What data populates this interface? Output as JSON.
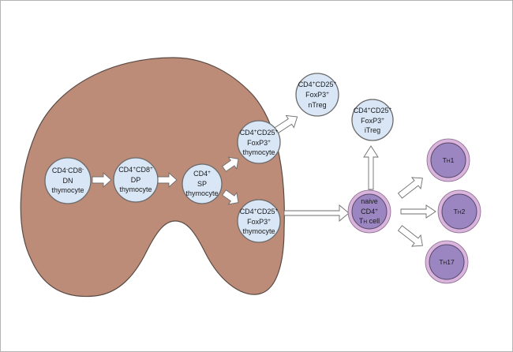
{
  "colors": {
    "thymus_fill": "#bc8c78",
    "thymus_stroke": "#5a4a44",
    "thymocyte_fill": "#d8e6f6",
    "thymocyte_stroke": "#6a6a6a",
    "th_outer_fill": "#d9b4dc",
    "th_inner_fill": "#9b86c2",
    "arrow_fill": "#ffffff",
    "arrow_stroke": "#6e6e6e"
  },
  "cells": {
    "dn": {
      "line1": "CD4",
      "sup1": "-",
      "line1b": "CD8",
      "sup1b": "-",
      "line2": "DN",
      "line3": "thymocyte"
    },
    "dp": {
      "line1": "CD4",
      "sup1": "+",
      "line1b": "CD8",
      "sup1b": "+",
      "line2": "DP",
      "line3": "thymocyte"
    },
    "sp": {
      "line1": "CD4",
      "sup1": "+",
      "line2": "SP",
      "line3": "thymocyte"
    },
    "treg_thymocyte_upper": {
      "line1": "CD4",
      "sup1": "+",
      "line1b": "CD25",
      "sup1b": "+",
      "line2": "FoxP3",
      "sup2": "+",
      "line3": "thymocyte"
    },
    "treg_thymocyte_lower": {
      "line1": "CD4",
      "sup1": "+",
      "line1b": "CD25",
      "sup1b": "+",
      "line2": "FoxP3",
      "sup2": "+",
      "line3": "thymocyte"
    },
    "ntreg": {
      "line1": "CD4",
      "sup1": "+",
      "line1b": "CD25",
      "sup1b": "+",
      "line2": "FoxP3",
      "sup2": "+",
      "line3": "nTreg"
    },
    "itreg": {
      "line1": "CD4",
      "sup1": "+",
      "line1b": "CD25",
      "sup1b": "+",
      "line2": "FoxP3",
      "sup2": "+",
      "line3": "iTreg"
    },
    "naive": {
      "line1": "naive",
      "line2": "CD4",
      "sup2": "+",
      "line3a": "T",
      "line3sub": "H",
      "line3b": " cell"
    },
    "th1": {
      "main": "T",
      "sub": "H",
      "suffix": "1"
    },
    "th2": {
      "main": "T",
      "sub": "H",
      "suffix": "2"
    },
    "th17": {
      "main": "T",
      "sub": "H",
      "suffix": "17"
    }
  }
}
